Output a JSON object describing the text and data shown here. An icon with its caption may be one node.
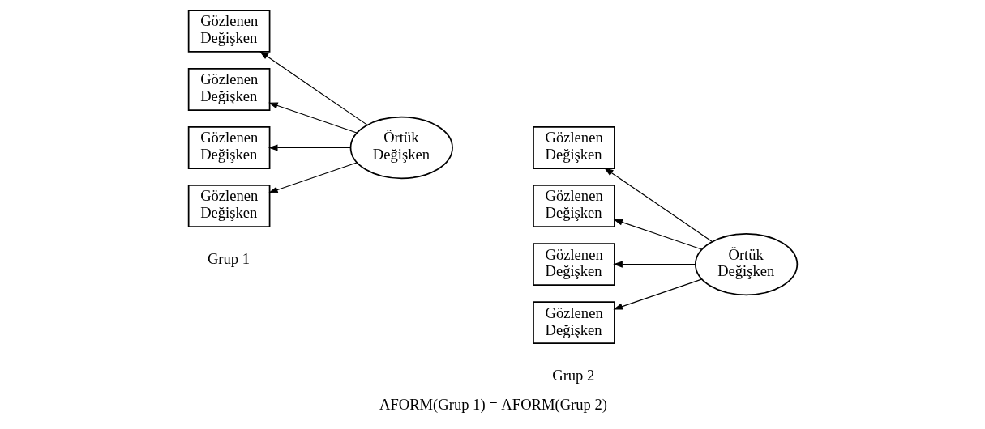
{
  "diagram": {
    "caption": "ΛFORM(Grup 1) = ΛFORM(Grup 2)",
    "nodes": [
      {
        "text": [
          "Gözlenen Değişken"
        ]
      },
      {
        "text": [
          "Gözlenen Değişken"
        ]
      },
      {
        "text": [
          "Gözlenen Değişken"
        ]
      },
      {
        "text": [
          "Gözlenen Değişken"
        ]
      },
      {
        "text": [
          "Örtük Değişken"
        ]
      },
      {
        "text": [
          "Gözlenen Değişken"
        ]
      },
      {
        "text": [
          "Gözlenen Değişken"
        ]
      },
      {
        "text": [
          "Gözlenen Değişken"
        ]
      },
      {
        "text": [
          "Gözlenen Değişken"
        ]
      },
      {
        "text": [
          "Örtük Değişken"
        ]
      }
    ],
    "edges": [
      {
        "from": 4,
        "to": 0,
        "arrow": "to"
      },
      {
        "from": 4,
        "to": 1,
        "arrow": "to"
      },
      {
        "from": 4,
        "to": 2,
        "arrow": "to"
      },
      {
        "from": 4,
        "to": 3,
        "arrow": "to"
      },
      {
        "from": 9,
        "to": 5,
        "arrow": "to"
      },
      {
        "from": 9,
        "to": 6,
        "arrow": "to"
      },
      {
        "from": 9,
        "to": 7,
        "arrow": "to"
      },
      {
        "from": 9,
        "to": 8,
        "arrow": "to"
      }
    ],
    "labels": [
      "Grup 1",
      "Grup 2"
    ]
  }
}
